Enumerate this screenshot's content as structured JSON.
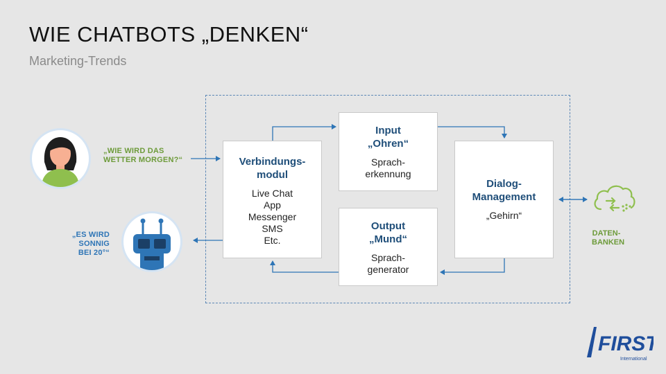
{
  "header": {
    "title": "WIE CHATBOTS „DENKEN“",
    "subtitle": "Marketing-Trends"
  },
  "boxes": {
    "verbindung": {
      "title_line1": "Verbindungs-",
      "title_line2": "modul",
      "items": [
        "Live Chat",
        "App",
        "Messenger",
        "SMS",
        "Etc."
      ]
    },
    "input": {
      "title_line1": "Input",
      "title_line2": "„Ohren“",
      "body_line1": "Sprach-",
      "body_line2": "erkennung"
    },
    "output": {
      "title_line1": "Output",
      "title_line2": "„Mund“",
      "body_line1": "Sprach-",
      "body_line2": "generator"
    },
    "dialog": {
      "title_line1": "Dialog-",
      "title_line2": "Management",
      "body": "„Gehirn“"
    }
  },
  "user_quote": {
    "line1": "„WIE WIRD DAS",
    "line2": "WETTER MORGEN?“"
  },
  "bot_quote": {
    "line1": "„ES WIRD SONNIG",
    "line2": "BEI 20°“"
  },
  "database": {
    "line1": "DATEN-",
    "line2": "BANKEN"
  },
  "logo": {
    "text": "FIRST",
    "subtext": "International"
  },
  "colors": {
    "accent_blue": "#1f4e79",
    "arrow_blue": "#2e75b6",
    "green": "#6d9b3a",
    "frame": "#5a86b5"
  },
  "icons": [
    "person-avatar-icon",
    "robot-icon",
    "cloud-database-icon",
    "first-international-logo"
  ]
}
